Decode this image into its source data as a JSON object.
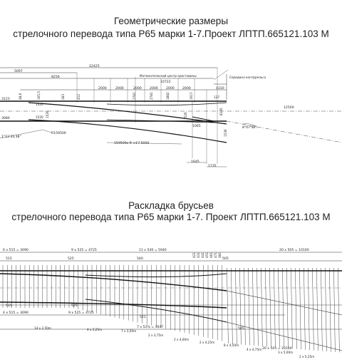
{
  "titles": {
    "geometry_line1": "Геометрические размеры",
    "geometry_line2": "стрелочного перевода типа Р65 марки 1-7.Проект ЛПТП.665121.103 М",
    "layout_line1": "Раскладка брусьев",
    "layout_line2": "стрелочного перевода типа Р65 марки 1-7. Проект ЛПТП.665121.103 М"
  },
  "geometry": {
    "overall": "22425",
    "dims_top": [
      "5097",
      "8256",
      "10722",
      "4310"
    ],
    "math_center": "Математический центр крестовины",
    "frog_middle": "Середина контррельса",
    "spans": [
      "2000",
      "2000",
      "2000",
      "2000",
      "2000",
      "2000"
    ],
    "small_dims": [
      "48,6",
      "165,5",
      "283",
      "412",
      "2781",
      "2781",
      "1882",
      "1617",
      "127"
    ],
    "left_dims": [
      "3123",
      "3080"
    ],
    "gauge": [
      "1520",
      "1520"
    ],
    "vertical": [
      "1526",
      "1526",
      "8135",
      "1536"
    ],
    "angle_left": "1°11'33,38''",
    "angle_right": "8°07'48''",
    "radius_bottom": "R159500",
    "radius_lead": "159500o R ≈17.5000",
    "bottom_dims": [
      "1645",
      "1735"
    ],
    "right_dims": [
      "1065",
      "12500"
    ]
  },
  "layout": {
    "top_groups": [
      "6 x 515 = 3090",
      "9 x 525 = 4725",
      "11 x 540 = 5940",
      "20 x 505 = 10100"
    ],
    "top_small": [
      "515",
      "525",
      "540",
      "505"
    ],
    "top_offsets": [
      "421",
      "431",
      "441",
      "451",
      "461",
      "471",
      "481"
    ],
    "bottom_groups": [
      "4 x 515 = 3090",
      "9 x 525 = 4725",
      "7 x 52% = 3647",
      "20 x 505 = 10100"
    ],
    "bottom_small": [
      "515",
      "525",
      "521",
      "505"
    ],
    "bottom_lengths": [
      "14 x 2,50m",
      "4 x 3,25m",
      "7 x 3,50m",
      "2 x 3,75m",
      "2 x 4,00m",
      "2 x 4,25m",
      "8 x 4,50m",
      "4 x 4,75m",
      "3 x 5,00m",
      "2 x 5,25m"
    ]
  }
}
